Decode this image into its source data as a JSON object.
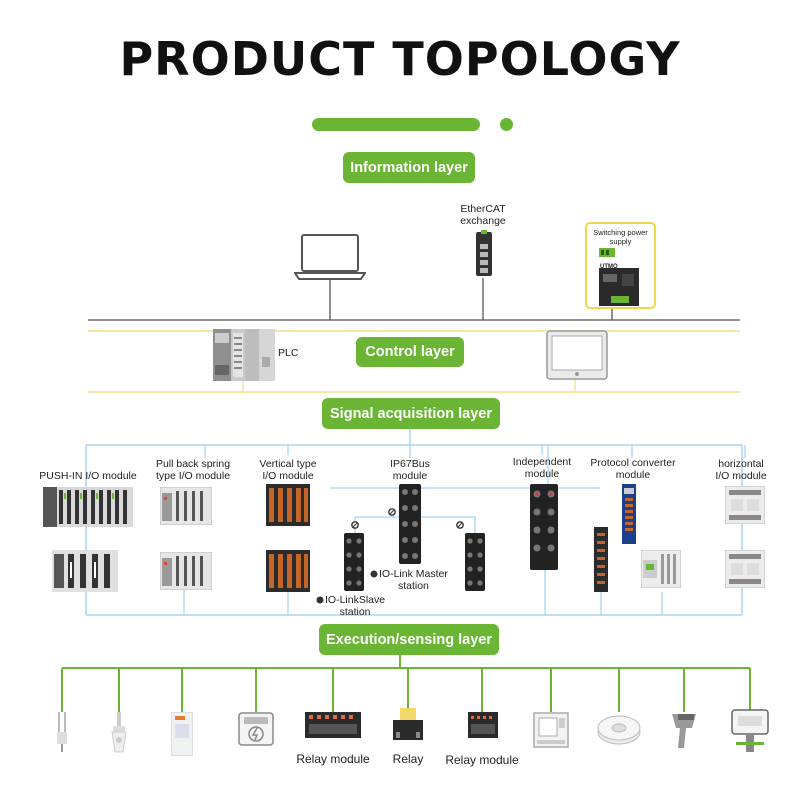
{
  "title": "PRODUCT TOPOLOGY",
  "colors": {
    "accent": "#6ab534",
    "bus_line": "#a8d4f0",
    "power_line": "#f2e08a",
    "power_box": "#ecd84a",
    "network_line": "#555555"
  },
  "layers": {
    "information": "Information layer",
    "control": "Control layer",
    "signal": "Signal acquisition layer",
    "execution": "Execution/sensing layer"
  },
  "information_layer": {
    "switch_label": "EtherCAT\nexchange",
    "power_supply_label": "Switching power\nsupply",
    "power_supply_brand": "UTMO"
  },
  "control_layer": {
    "plc_label": "PLC"
  },
  "signal_layer": {
    "modules": [
      {
        "label": "PUSH-IN I/O module"
      },
      {
        "label": "Pull back spring\ntype I/O module"
      },
      {
        "label": "Vertical type\nI/O module"
      },
      {
        "label": "IP67Bus\nmodule"
      },
      {
        "label": "Independent\nmodule"
      },
      {
        "label": "Protocol converter\nmodule"
      },
      {
        "label": "horizontal\nI/O module"
      }
    ],
    "io_link_master": "IO-Link Master\nstation",
    "io_link_slave": "IO-LinkSlave\nstation"
  },
  "execution_layer": {
    "devices": [
      {
        "icon": "temperature-probe-icon"
      },
      {
        "icon": "proximity-sensor-icon"
      },
      {
        "icon": "control-cabinet-icon"
      },
      {
        "icon": "energy-meter-icon"
      },
      {
        "icon": "relay-module-icon",
        "label": "Relay module"
      },
      {
        "icon": "relay-icon",
        "label": "Relay"
      },
      {
        "icon": "relay-module-icon",
        "label": "Relay module"
      },
      {
        "icon": "machine-tool-icon"
      },
      {
        "icon": "load-cell-icon"
      },
      {
        "icon": "barcode-scanner-icon"
      },
      {
        "icon": "humidity-transmitter-icon"
      }
    ]
  }
}
